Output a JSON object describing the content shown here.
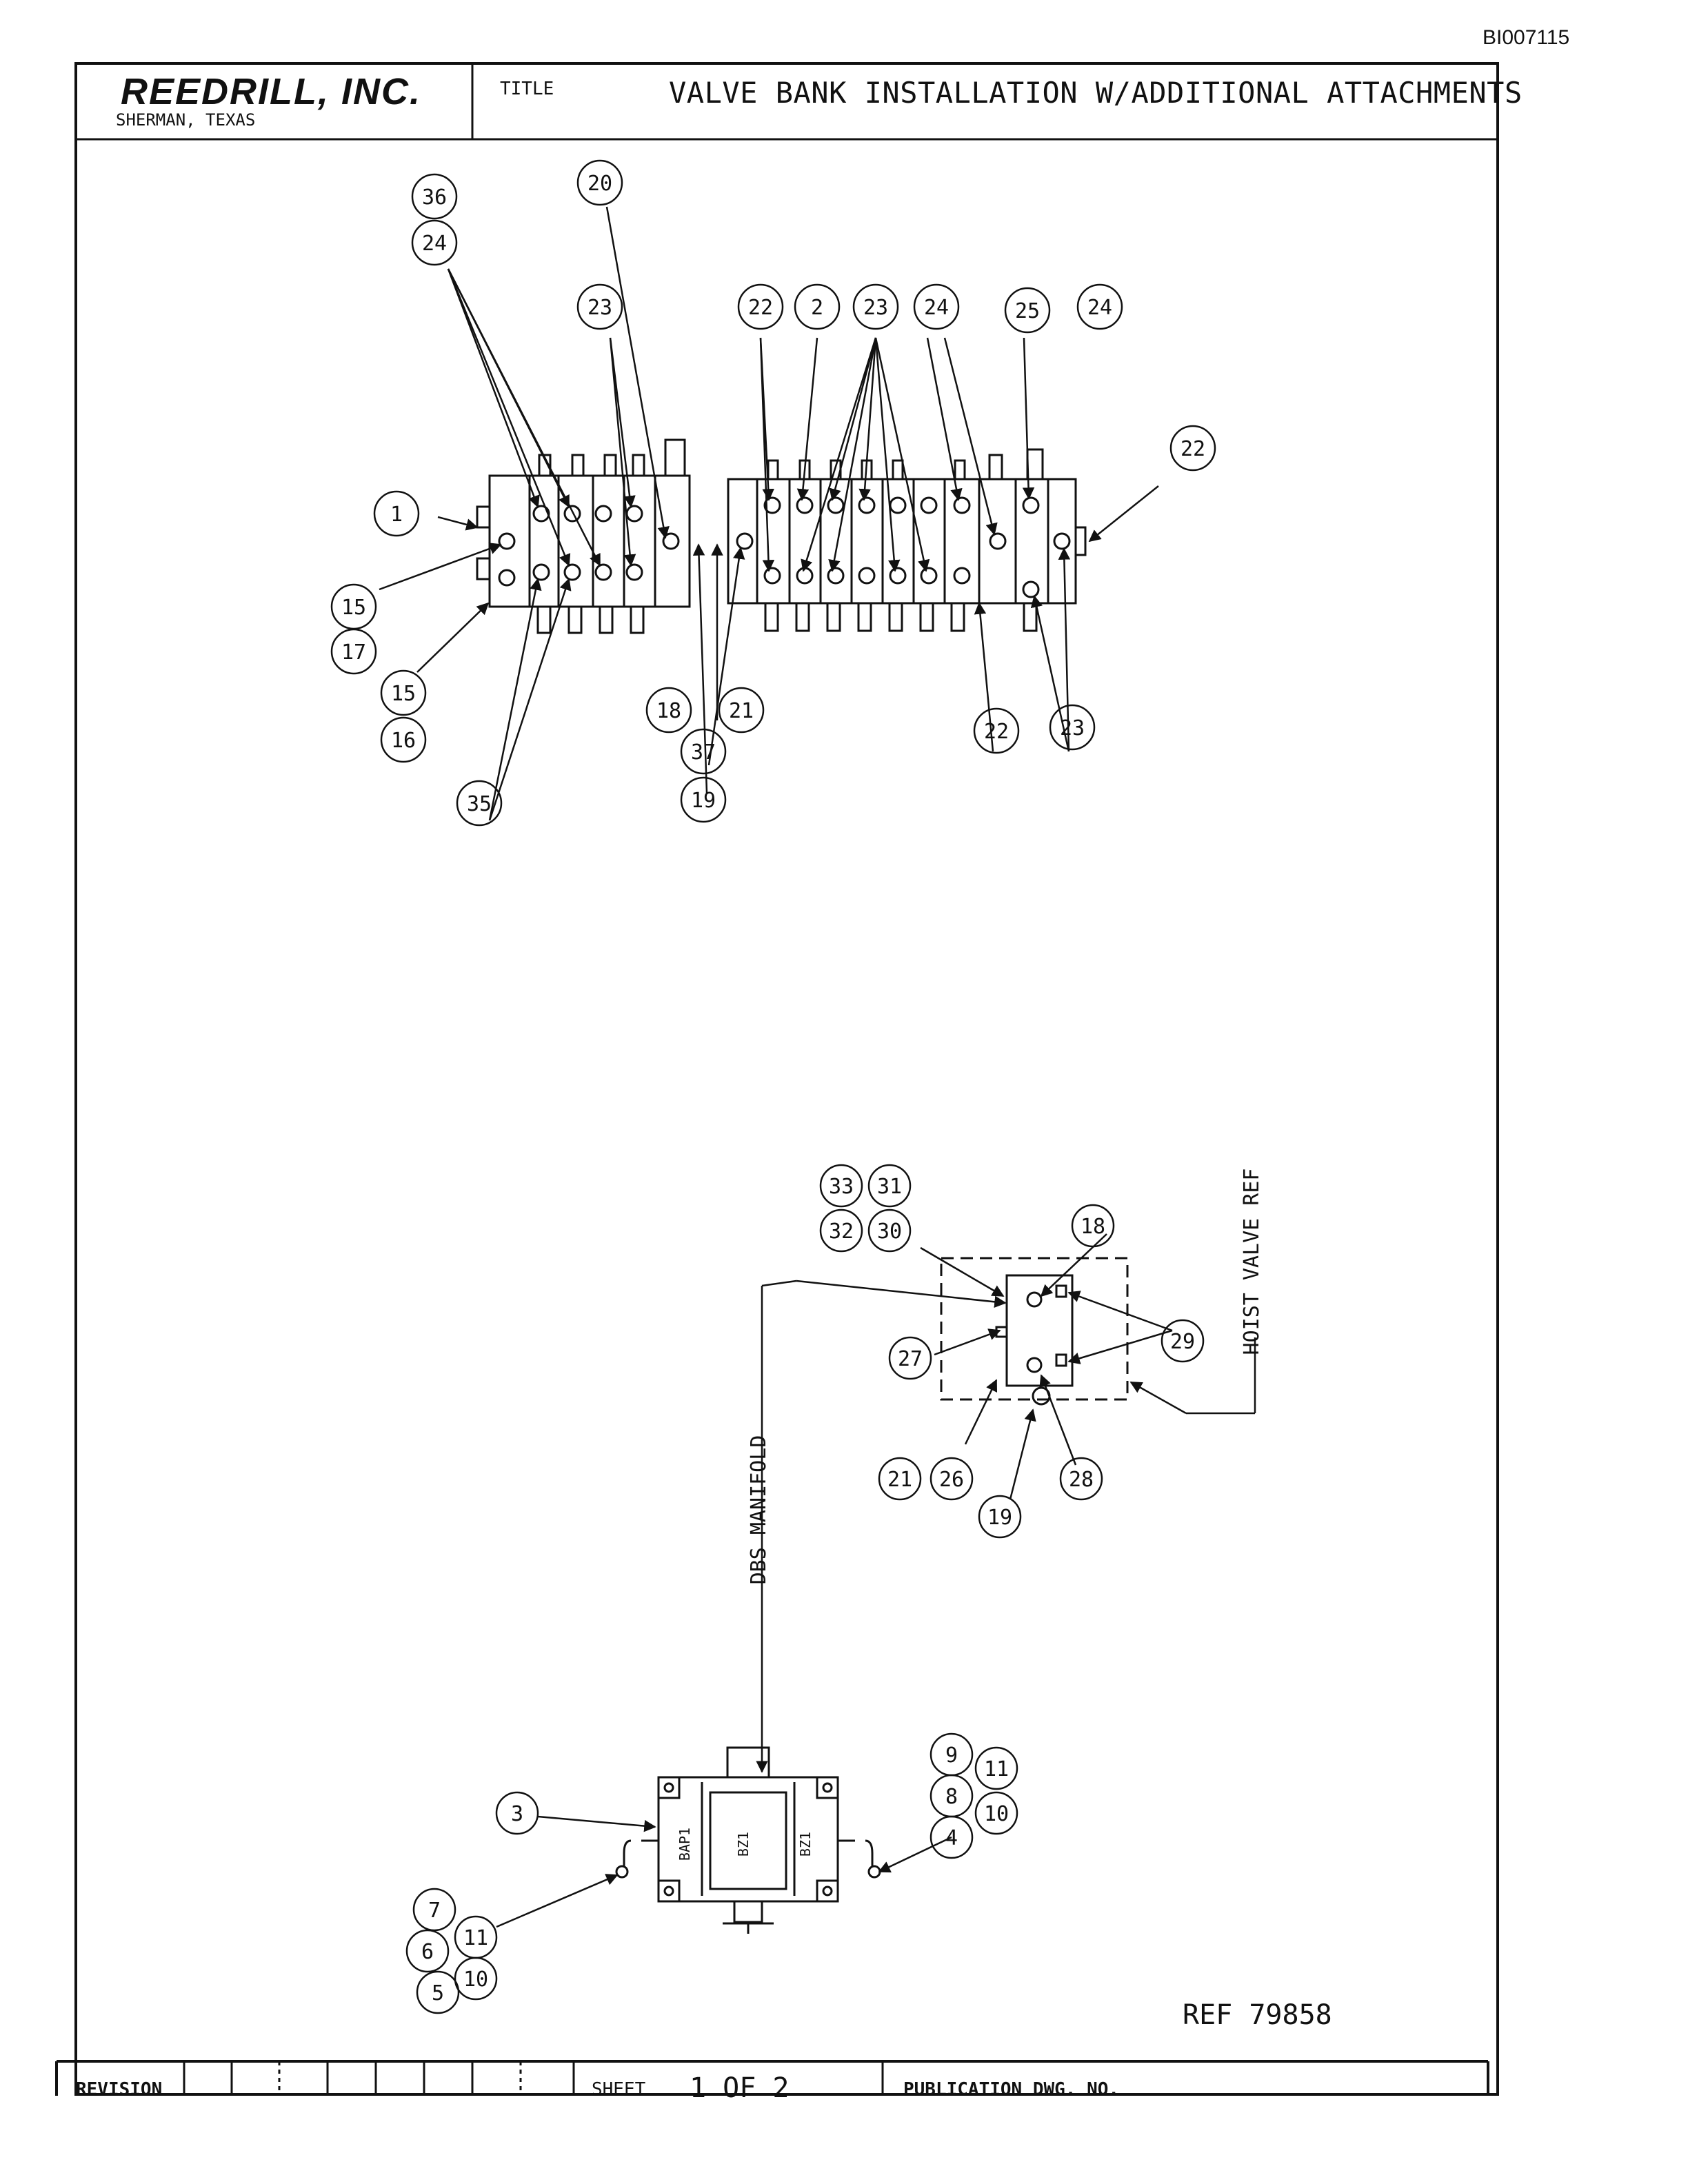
{
  "document_id": "BI007115",
  "title_block": {
    "company": "REEDRILL, INC.",
    "location": "SHERMAN, TEXAS",
    "title_label": "TITLE",
    "title": "VALVE BANK INSTALLATION W/ADDITIONAL ATTACHMENTS"
  },
  "footer": {
    "revision_label": "REVISION",
    "sheet_label": "SHEET",
    "sheet_value": "1 OF 2",
    "publication_label": "PUBLICATION DWG. NO."
  },
  "reference": "REF 79858",
  "annotations": {
    "dbs_manifold": "DBS MANIFOLD",
    "hoist_valve_ref": "HOIST VALVE REF"
  },
  "plate_labels": {
    "left": "BAP1",
    "middle": "BZ1",
    "right": "BZ1"
  },
  "balloons": {
    "b36": "36",
    "b24a": "24",
    "b20": "20",
    "b23a": "23",
    "b22a": "22",
    "b2": "2",
    "b23b": "23",
    "b24b": "24",
    "b25": "25",
    "b24c": "24",
    "b22b": "22",
    "b1": "1",
    "b15a": "15",
    "b17": "17",
    "b15b": "15",
    "b16": "16",
    "b35": "35",
    "b18a": "18",
    "b37": "37",
    "b19a": "19",
    "b21a": "21",
    "b22c": "22",
    "b23c": "23",
    "b33": "33",
    "b32": "32",
    "b31": "31",
    "b30": "30",
    "b18b": "18",
    "b27": "27",
    "b29": "29",
    "b21b": "21",
    "b26": "26",
    "b19b": "19",
    "b28": "28",
    "b9": "9",
    "b8": "8",
    "b4": "4",
    "b11a": "11",
    "b10a": "10",
    "b3": "3",
    "b7": "7",
    "b6": "6",
    "b11b": "11",
    "b5": "5",
    "b10b": "10"
  }
}
